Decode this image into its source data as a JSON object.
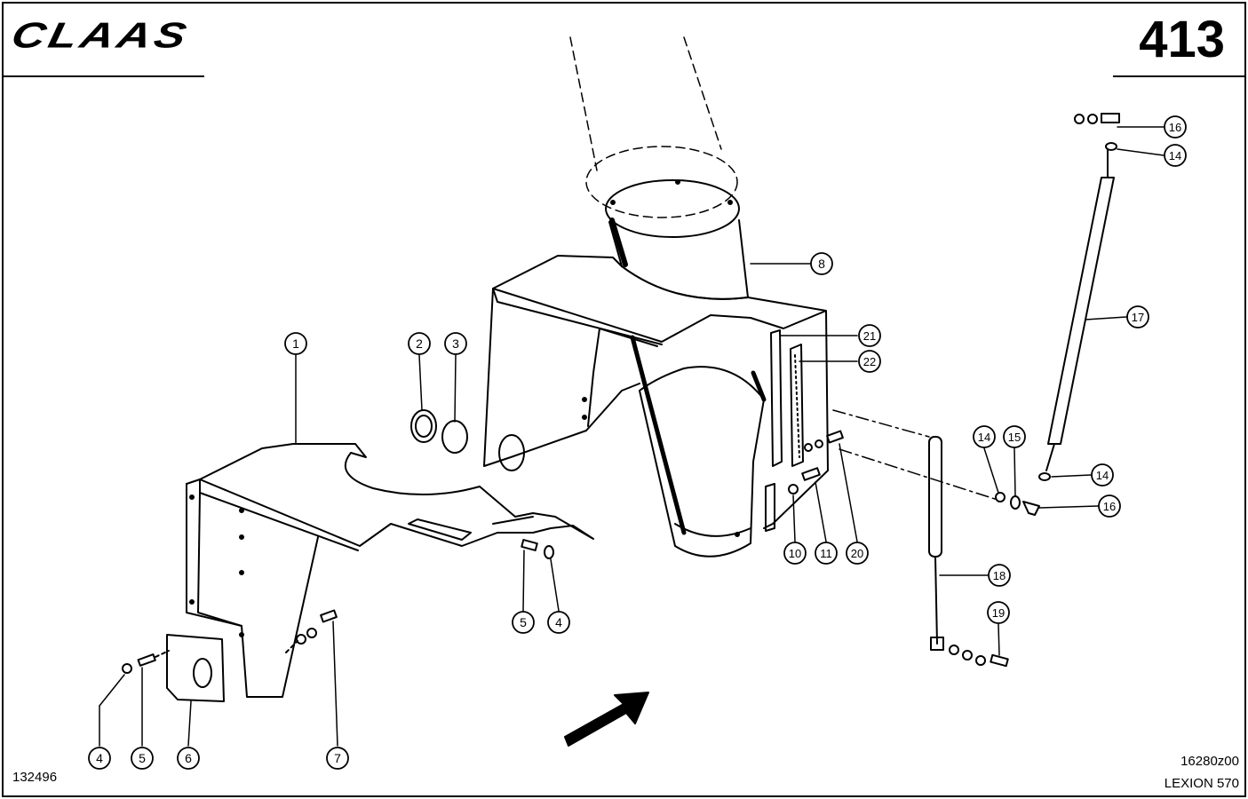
{
  "header": {
    "brand": "CLAAS",
    "sheet_number": "413"
  },
  "footer": {
    "document_number": "132496",
    "drawing_number": "16280z00",
    "model": "LEXION 570"
  },
  "callouts": [
    {
      "id": "c1",
      "label": "1"
    },
    {
      "id": "c2",
      "label": "2"
    },
    {
      "id": "c3",
      "label": "3"
    },
    {
      "id": "c4a",
      "label": "4"
    },
    {
      "id": "c5a",
      "label": "5"
    },
    {
      "id": "c4b",
      "label": "4"
    },
    {
      "id": "c5b",
      "label": "5"
    },
    {
      "id": "c6",
      "label": "6"
    },
    {
      "id": "c7",
      "label": "7"
    },
    {
      "id": "c8",
      "label": "8"
    },
    {
      "id": "c10",
      "label": "10"
    },
    {
      "id": "c11",
      "label": "11"
    },
    {
      "id": "c20",
      "label": "20"
    },
    {
      "id": "c21",
      "label": "21"
    },
    {
      "id": "c22",
      "label": "22"
    },
    {
      "id": "c16a",
      "label": "16"
    },
    {
      "id": "c14a",
      "label": "14"
    },
    {
      "id": "c17",
      "label": "17"
    },
    {
      "id": "c14b",
      "label": "14"
    },
    {
      "id": "c15",
      "label": "15"
    },
    {
      "id": "c14c",
      "label": "14"
    },
    {
      "id": "c16b",
      "label": "16"
    },
    {
      "id": "c18",
      "label": "18"
    },
    {
      "id": "c19",
      "label": "19"
    }
  ]
}
